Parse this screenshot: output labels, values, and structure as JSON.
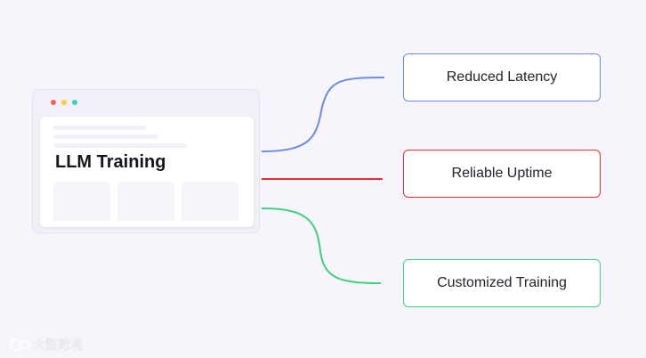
{
  "window": {
    "title": "LLM Training"
  },
  "nodes": [
    {
      "label": "Reduced Latency",
      "color": "#6b8be6"
    },
    {
      "label": "Reliable Uptime",
      "color": "#ea2e34"
    },
    {
      "label": "Customized Training",
      "color": "#3fd07e"
    }
  ],
  "watermark": {
    "logo_text": "大数跨境",
    "icon": "watermark-logo-icon"
  }
}
